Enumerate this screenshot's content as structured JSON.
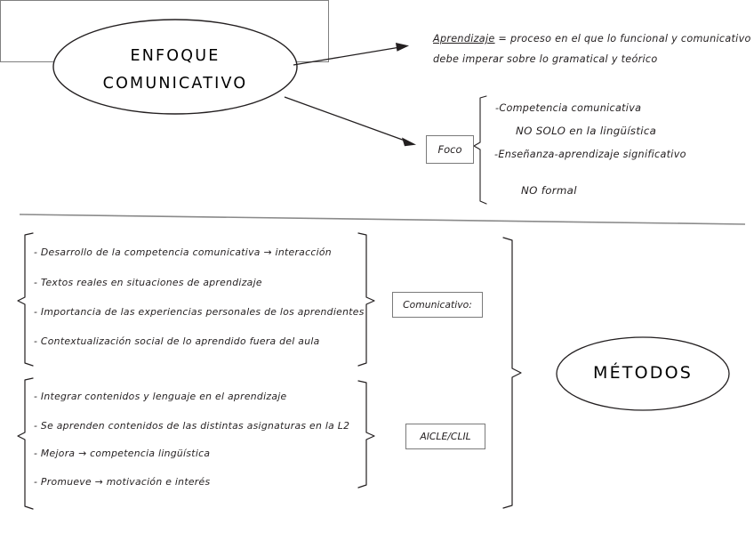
{
  "diagram": {
    "title_node": {
      "line1": "ENFOQUE",
      "line2": "COMUNICATIVO"
    },
    "methods_node": {
      "label": "MÉTODOS"
    },
    "definition_box": {
      "keyword": "Aprendizaje",
      "line1_rest": " = proceso en el que lo funcional y comunicativo",
      "line2": "debe imperar sobre lo gramatical y teórico"
    },
    "focus": {
      "box_label": "Foco",
      "items": [
        "-Competencia comunicativa",
        "NO SOLO en la lingüística",
        "-Enseñanza-aprendizaje significativo",
        "NO formal"
      ]
    },
    "methods_groups": [
      {
        "box_label": "Comunicativo:",
        "items": [
          "-  Desarrollo de la competencia comunicativa → interacción",
          "-  Textos reales en situaciones de aprendizaje",
          "-  Importancia de las experiencias personales de los aprendientes",
          "-  Contextualización social de lo aprendido fuera del aula"
        ]
      },
      {
        "box_label": "AICLE/CLIL",
        "items": [
          "-  Integrar contenidos y lenguaje en el aprendizaje",
          "-  Se aprenden contenidos de las distintas asignaturas en la L2",
          "-  Mejora → competencia lingüística",
          "-  Promueve → motivación e interés"
        ]
      }
    ],
    "colors": {
      "stroke": "#231f20",
      "box_border": "#7a7a7a",
      "divider": "#8a8a8a",
      "text": "#231f20"
    }
  }
}
